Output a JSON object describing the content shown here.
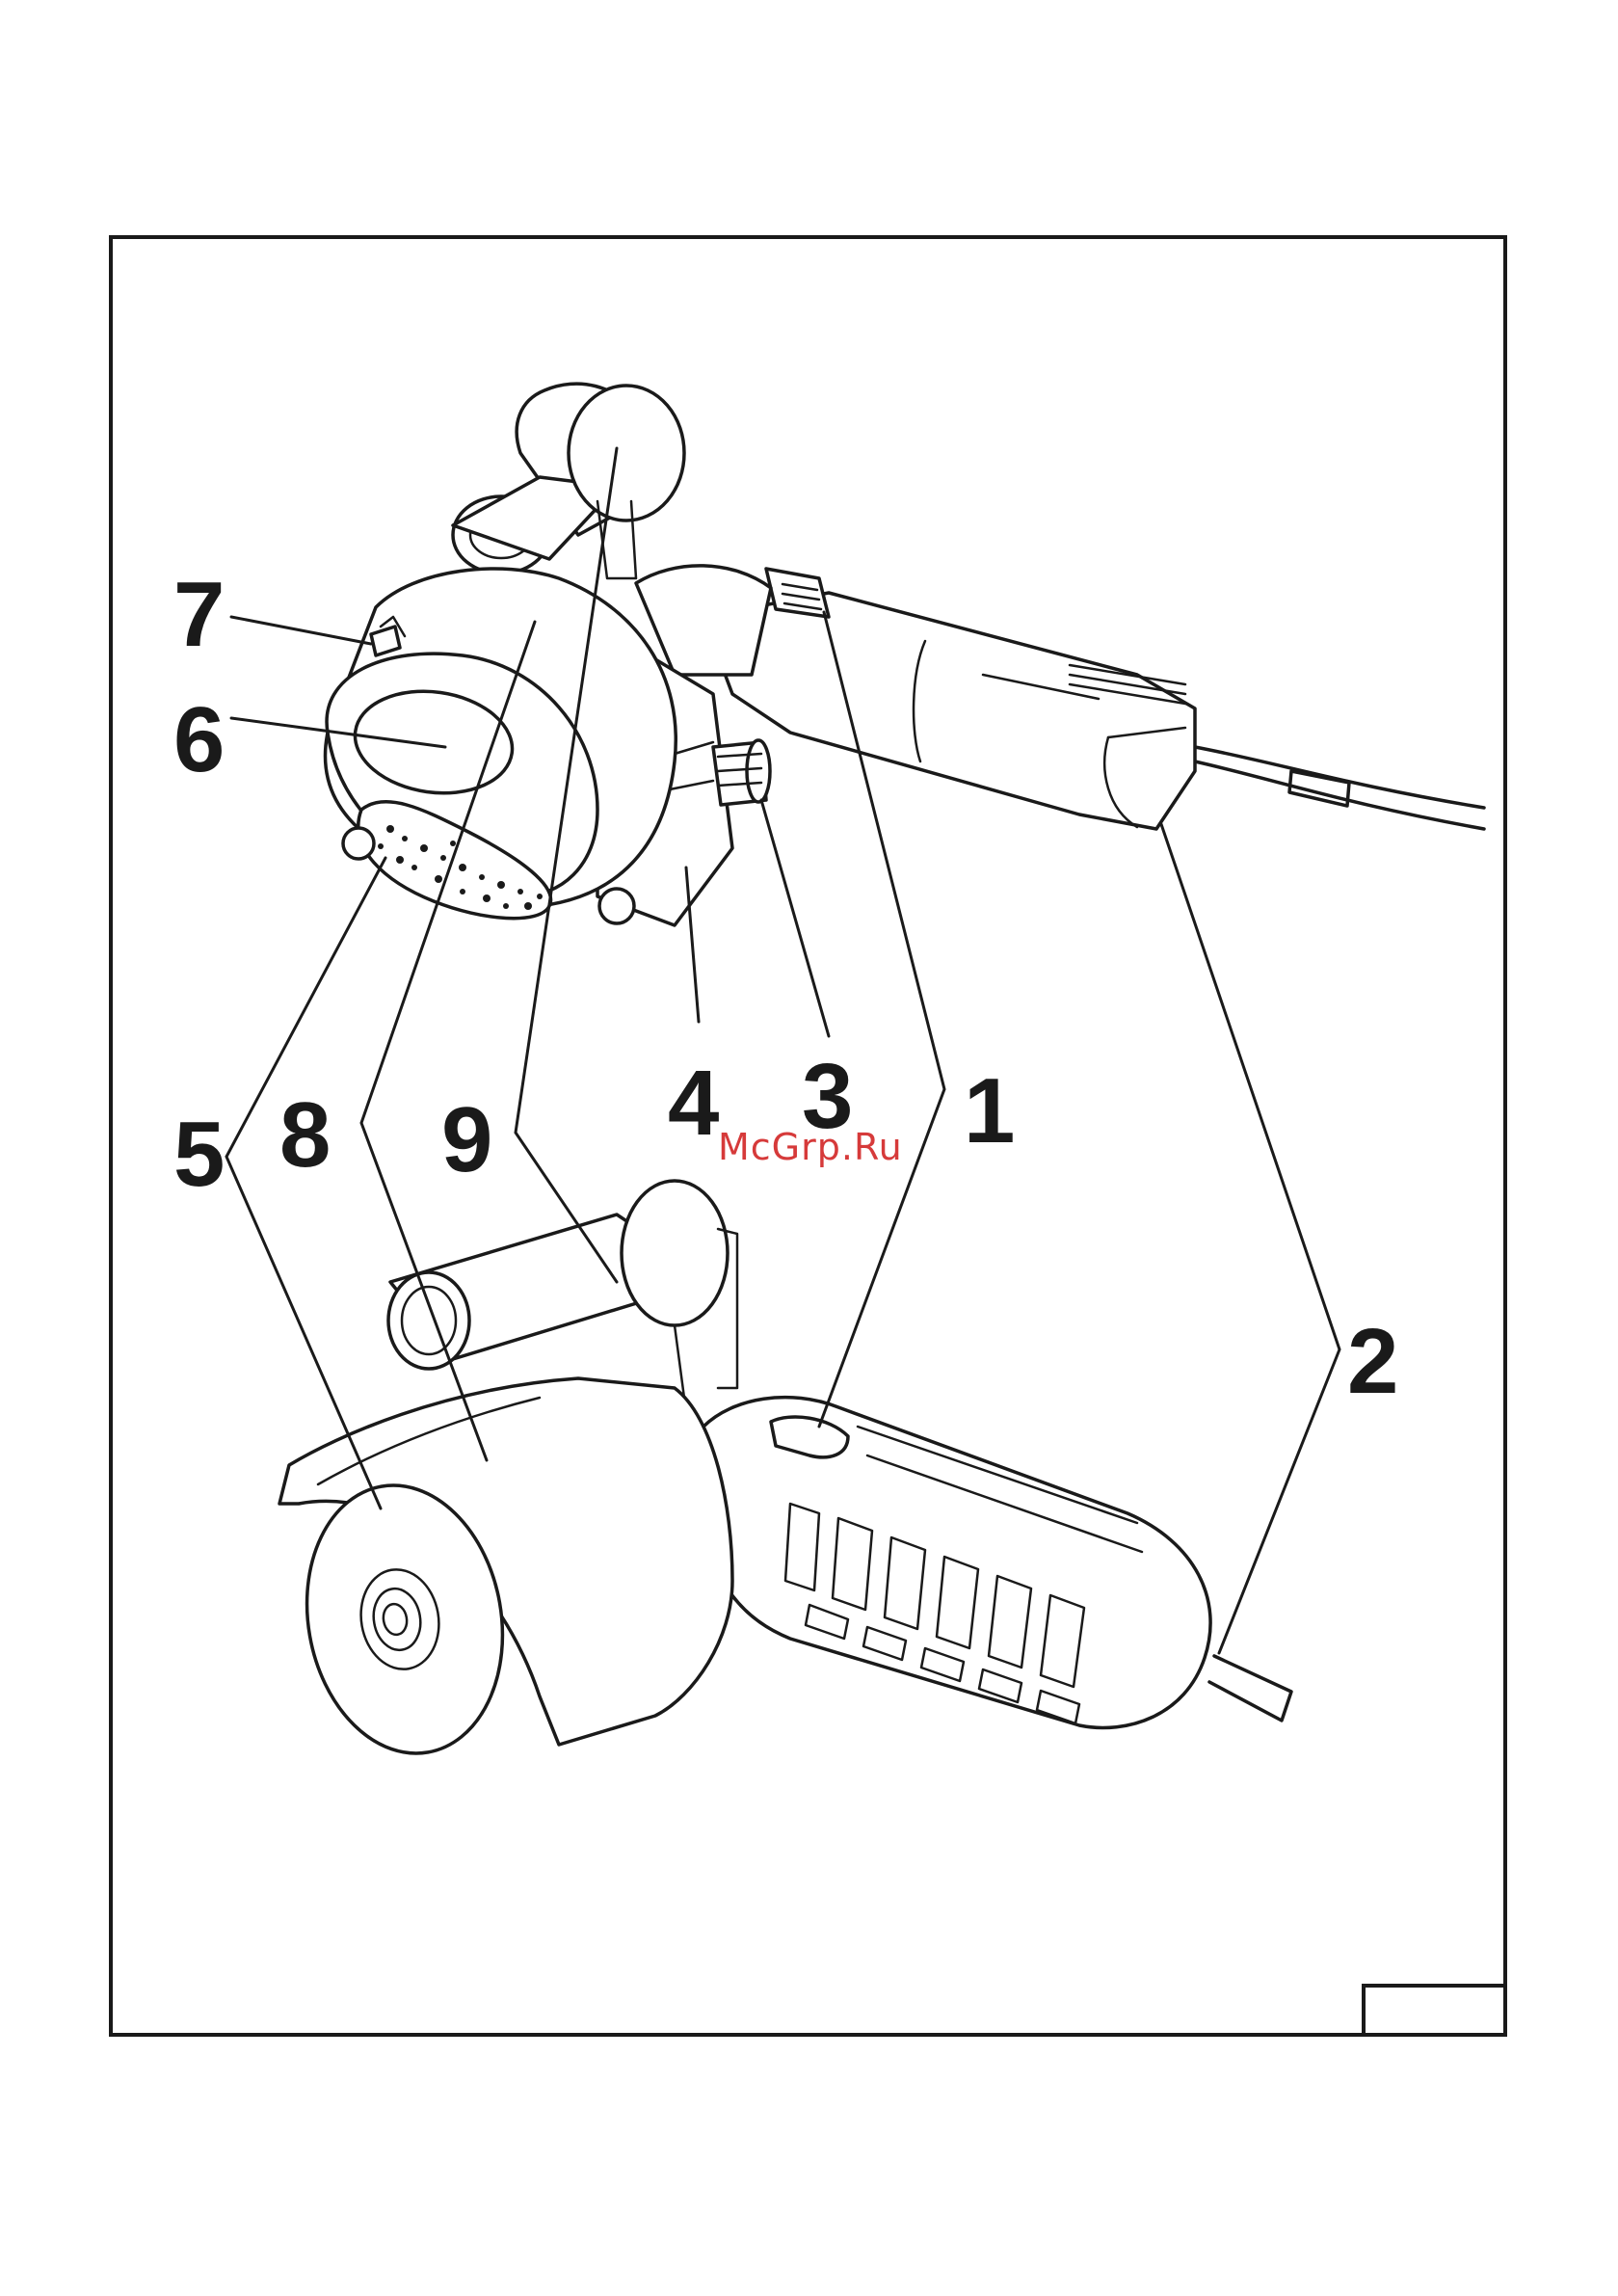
{
  "callouts": {
    "n1": "1",
    "n2": "2",
    "n3": "3",
    "n4": "4",
    "n5": "5",
    "n6": "6",
    "n7": "7",
    "n8": "8",
    "n9": "9"
  },
  "watermark": "McGrp.Ru",
  "colors": {
    "line": "#1a1a1a",
    "watermark": "#d63a3a",
    "background": "#ffffff"
  }
}
